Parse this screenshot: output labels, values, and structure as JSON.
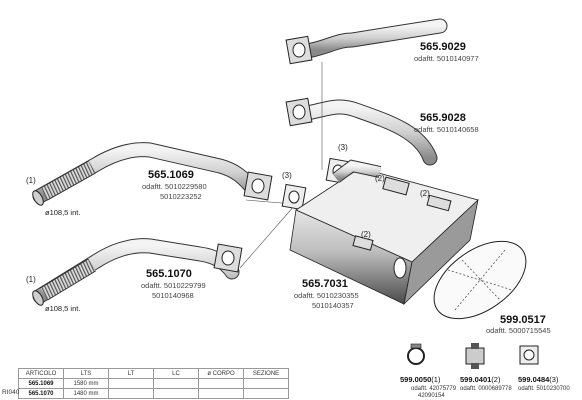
{
  "parts": {
    "p9029": {
      "code": "565.9029",
      "odaftt": "odaftt. 5010140977"
    },
    "p9028": {
      "code": "565.9028",
      "odaftt": "odaftt. 5010140658"
    },
    "p1069": {
      "code": "565.1069",
      "odaftt1": "odaftt. 5010229580",
      "odaftt2": "5010223252"
    },
    "p1070": {
      "code": "565.1070",
      "odaftt1": "odaftt. 5010229799",
      "odaftt2": "5010140968"
    },
    "p7031": {
      "code": "565.7031",
      "odaftt1": "odaftt. 5010230355",
      "odaftt2": "5010140357"
    },
    "p0517": {
      "code": "599.0517",
      "odaftt": "odaftt. 5000715545"
    }
  },
  "callouts": {
    "c1a": "(1)",
    "c1b": "(1)",
    "c2a": "(2)",
    "c2b": "(2)",
    "c2c": "(2)",
    "c3a": "(3)",
    "c3b": "(3)"
  },
  "dims": {
    "d1": "ø108,5  int.",
    "d2": "ø108,5  int."
  },
  "accessories": [
    {
      "code": "599.0050",
      "note": "(1)",
      "odaftt1": "odaftt. 42075779",
      "odaftt2": "42090154"
    },
    {
      "code": "599.0401",
      "note": "(2)",
      "odaftt1": "odaftt. 0000689778",
      "odaftt2": ""
    },
    {
      "code": "599.0484",
      "note": "(3)",
      "odaftt1": "odaftt. 5010230700",
      "odaftt2": ""
    }
  ],
  "table": {
    "headers": [
      "ARTICOLO",
      "LTS",
      "LT",
      "LC",
      "ø CORPO",
      "SEZIONE"
    ],
    "rows": [
      {
        "articolo": "565.1069",
        "lts": "1580 mm"
      },
      {
        "articolo": "565.1070",
        "lts": "1480 mm"
      }
    ]
  },
  "side_code": "RI040"
}
